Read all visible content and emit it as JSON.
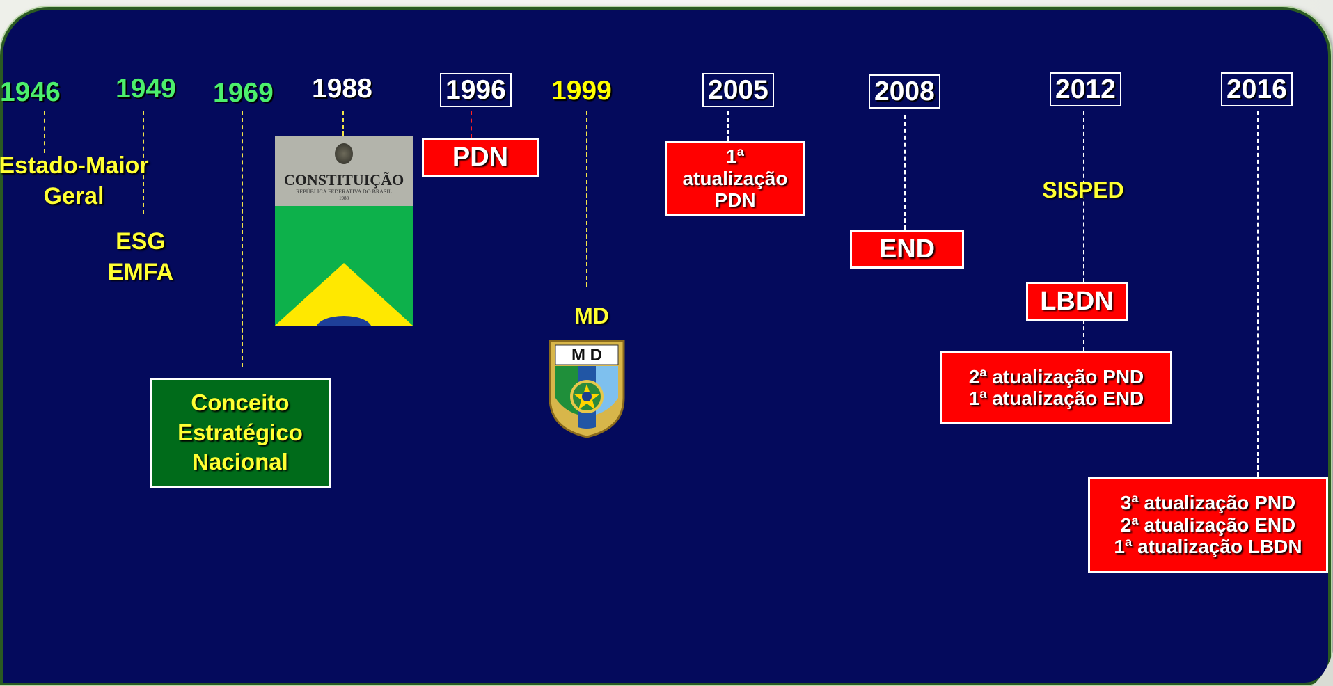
{
  "timeline": {
    "years": [
      "1946",
      "1949",
      "1969",
      "1988",
      "1996",
      "1999",
      "2005",
      "2008",
      "2012",
      "2016"
    ],
    "events": {
      "estado_maior": [
        "Estado-Maior",
        "Geral"
      ],
      "esg": [
        "ESG",
        "EMFA"
      ],
      "conceito": [
        "Conceito",
        "Estratégico",
        "Nacional"
      ],
      "pdn": "PDN",
      "md": "MD",
      "atualizacao_pdn": [
        "1ª",
        "atualização",
        "PDN"
      ],
      "end": "END",
      "sisped": "SISPED",
      "lbdn": "LBDN",
      "box_2012": [
        "2ª atualização PND",
        "1ª atualização END"
      ],
      "box_2016": [
        "3ª atualização PND",
        "2ª atualização END",
        "1ª atualização LBDN"
      ]
    }
  },
  "constitution": {
    "title": "CONSTITUIÇÃO",
    "subtitle": "REPÚBLICA FEDERATIVA DO BRASIL",
    "year": "1988"
  },
  "emblem": {
    "letters": "M D"
  },
  "colors": {
    "panel": "#040a5c",
    "year_green": "#4cef6c",
    "label_yellow": "#ffff33",
    "box_red": "#ff0000",
    "box_green": "#006b1a"
  }
}
